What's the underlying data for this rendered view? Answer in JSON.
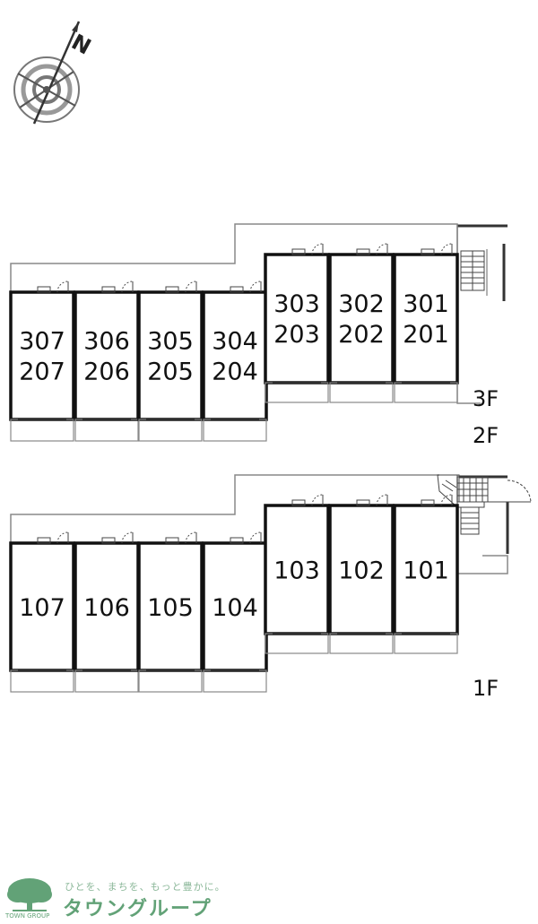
{
  "compass": {
    "north_label": "N",
    "icon": "compass-icon"
  },
  "upper": {
    "floor_top": "3F",
    "floor_bottom": "2F",
    "units": [
      {
        "top": "307",
        "bottom": "207"
      },
      {
        "top": "306",
        "bottom": "206"
      },
      {
        "top": "305",
        "bottom": "205"
      },
      {
        "top": "304",
        "bottom": "204"
      },
      {
        "top": "303",
        "bottom": "203"
      },
      {
        "top": "302",
        "bottom": "202"
      },
      {
        "top": "301",
        "bottom": "201"
      }
    ]
  },
  "lower": {
    "floor": "1F",
    "units": [
      {
        "label": "107"
      },
      {
        "label": "106"
      },
      {
        "label": "105"
      },
      {
        "label": "104"
      },
      {
        "label": "103"
      },
      {
        "label": "102"
      },
      {
        "label": "101"
      }
    ]
  },
  "logo": {
    "tagline": "ひとを、まちを、もっと豊かに。",
    "name": "タウングループ",
    "sub": "TOWN GROUP",
    "icon": "tree-icon",
    "color": "#62a277"
  }
}
